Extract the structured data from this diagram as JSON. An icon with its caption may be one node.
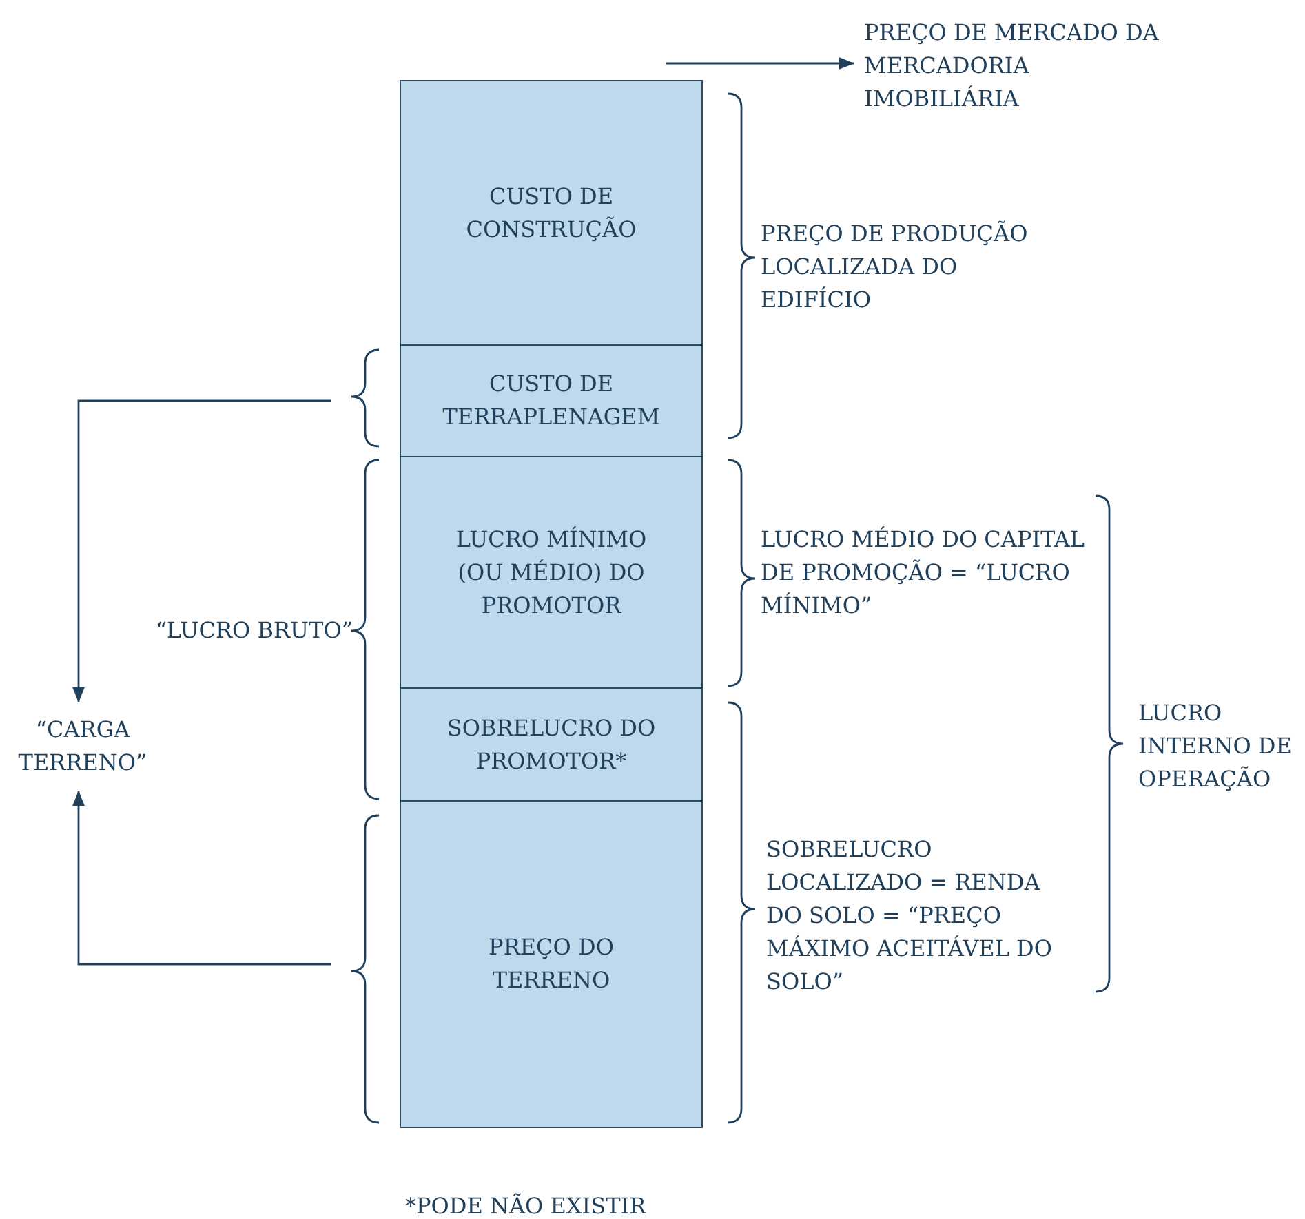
{
  "diagram": {
    "nodes": [
      {
        "text": [
          "PREÇO DE MERCADO DA MERCADORIA IMOBILIÁRIA"
        ]
      },
      {
        "text": [
          "CUSTO DE CONSTRUÇÃO"
        ]
      },
      {
        "text": [
          "CUSTO DE TERRAPLENAGEM"
        ]
      },
      {
        "text": [
          "LUCRO MÍNIMO (OU MÉDIO) DO PROMOTOR"
        ]
      },
      {
        "text": [
          "SOBRELUCRO DO PROMOTOR*"
        ]
      },
      {
        "text": [
          "PREÇO DO TERRENO"
        ]
      },
      {
        "text": [
          "“CARGA TERRENO”"
        ]
      }
    ],
    "edges": [
      {
        "from": 1,
        "to": 0,
        "arrow": "to"
      },
      {
        "from": 2,
        "to": 6,
        "arrow": "to"
      },
      {
        "from": 5,
        "to": 6,
        "arrow": "to"
      }
    ],
    "labels": [
      "PREÇO DE PRODUÇÃO LOCALIZADA DO EDIFÍCIO",
      "LUCRO MÉDIO DO CAPITAL DE PROMOÇÃO = “LUCRO MÍNIMO”",
      "“LUCRO BRUTO”",
      "LUCRO INTERNO DE OPERAÇÃO",
      "SOBRELUCRO LOCALIZADO = RENDA DO SOLO = “PREÇO MÁXIMO ACEITÁVEL DO SOLO”",
      "*PODE NÃO EXISTIR"
    ]
  }
}
